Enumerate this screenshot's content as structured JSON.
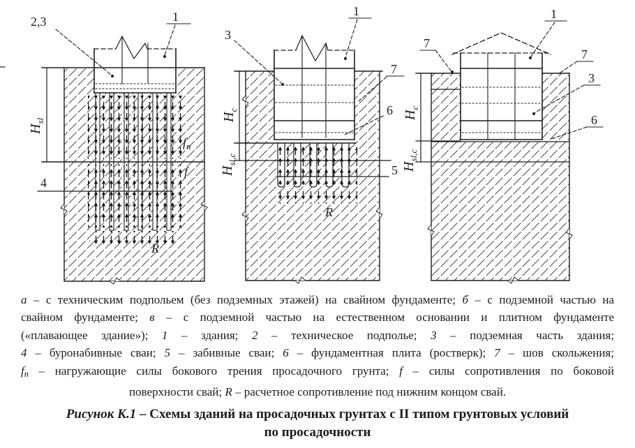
{
  "page": {
    "background": "#ffffff",
    "ink": "#1c1c1c"
  },
  "figure": {
    "panels": {
      "a": {
        "callouts": {
          "c23": "2,3",
          "c1": "1",
          "c4": "4"
        },
        "marks": {
          "r": "R",
          "f": "f",
          "fn_main": "f",
          "fn_sub": "n"
        },
        "dims": {
          "hsl_main": "H",
          "hsl_sub": "sl"
        }
      },
      "b": {
        "callouts": {
          "c3": "3",
          "c1": "1",
          "c7": "7",
          "c6": "6",
          "c5": "5"
        },
        "marks": {
          "r": "R"
        },
        "dims": {
          "hc_main": "H",
          "hc_sub": "c",
          "hslc_main": "H",
          "hslc_sub": "sl,c"
        }
      },
      "v": {
        "callouts": {
          "c7l": "7",
          "c1": "1",
          "c7r": "7",
          "c3": "3",
          "c6": "6"
        },
        "dims": {
          "hc_main": "H",
          "hc_sub": "c",
          "hslc_main": "H",
          "hslc_sub": "sl,c"
        }
      }
    },
    "caption_lines": [
      {
        "align": "justify",
        "segs": [
          {
            "t": "а",
            "s": "i"
          },
          {
            "t": " – с техническим подпольем (без подземных этажей) на свайном фундаменте; "
          },
          {
            "t": "б",
            "s": "i"
          },
          {
            "t": " – с подземной частью на"
          }
        ]
      },
      {
        "align": "justify",
        "segs": [
          {
            "t": "свайном фундаменте; "
          },
          {
            "t": "в",
            "s": "i"
          },
          {
            "t": " – с подземной частью на естественном основании и плитном фундаменте"
          }
        ]
      },
      {
        "align": "justify",
        "segs": [
          {
            "t": "(«плавающее здание»); "
          },
          {
            "t": "1",
            "s": "i"
          },
          {
            "t": " – здания; "
          },
          {
            "t": "2",
            "s": "i"
          },
          {
            "t": " – техническое подполье; "
          },
          {
            "t": "3",
            "s": "i"
          },
          {
            "t": " – подземная часть здания;"
          }
        ]
      },
      {
        "align": "justify",
        "segs": [
          {
            "t": "4",
            "s": "i"
          },
          {
            "t": " – буронабивные сваи; "
          },
          {
            "t": "5",
            "s": "i"
          },
          {
            "t": " – забивные сваи; "
          },
          {
            "t": "6",
            "s": "i"
          },
          {
            "t": " – фундаментная плита (ростверк); "
          },
          {
            "t": "7",
            "s": "i"
          },
          {
            "t": " – шов скольжения;"
          }
        ]
      },
      {
        "align": "justify",
        "segs": [
          {
            "t": "f",
            "s": "i"
          },
          {
            "t": "n",
            "s": "isub"
          },
          {
            "t": " – нагружающие силы бокового трения просадочного грунта; "
          },
          {
            "t": "f",
            "s": "i"
          },
          {
            "t": " – силы сопротивления по боковой"
          }
        ]
      },
      {
        "align": "center",
        "segs": [
          {
            "t": "поверхности свай; "
          },
          {
            "t": "R",
            "s": "i"
          },
          {
            "t": " – расчетное сопротивление под нижним концом свай."
          }
        ]
      }
    ],
    "title_lines": [
      {
        "segs": [
          {
            "t": "Рисунок К.1",
            "s": "bi"
          },
          {
            "t": " – Схемы зданий на просадочных грунтах с II типом грунтовых условий",
            "s": "b"
          }
        ]
      },
      {
        "segs": [
          {
            "t": "по просадочности",
            "s": "b"
          }
        ]
      }
    ]
  }
}
